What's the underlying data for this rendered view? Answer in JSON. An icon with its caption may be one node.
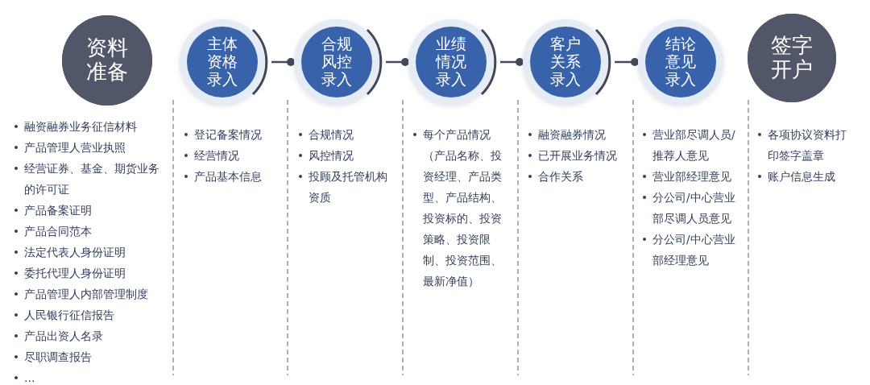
{
  "diagram": {
    "nodes": [
      {
        "text": [
          "资料准备"
        ],
        "beside": [
          "融资融券业务征信材料",
          "产品管理人营业执照",
          "经营证券、基金、期货业务的许可证",
          "产品备案证明",
          "产品合同范本",
          "法定代表人身份证明",
          "委托代理人身份证明",
          "产品管理人内部管理制度",
          "人民银行征信报告",
          "产品出资人名录",
          "尽职调查报告",
          "…"
        ]
      },
      {
        "text": [
          "主体资格录入"
        ],
        "beside": [
          "登记备案情况",
          "经营情况",
          "产品基本信息"
        ]
      },
      {
        "text": [
          "合规风控录入"
        ],
        "beside": [
          "合规情况",
          "风控情况",
          "投顾及托管机构资质"
        ]
      },
      {
        "text": [
          "业绩情况录入"
        ],
        "beside": [
          "每个产品情况（产品名称、投资经理、产品类型、产品结构、投资标的、投资策略、投资限制、投资范围、最新净值）"
        ]
      },
      {
        "text": [
          "客户关系录入"
        ],
        "beside": [
          "融资融券情况",
          "已开展业务情况",
          "合作关系"
        ]
      },
      {
        "text": [
          "结论意见录入"
        ],
        "beside": [
          "营业部尽调人员/推荐人意见",
          "营业部经理意见",
          "分公司/中心营业部尽调人员意见",
          "分公司/中心营业部经理意见"
        ]
      },
      {
        "text": [
          "签字开户"
        ],
        "beside": [
          "各项协议资料打印签字盖章",
          "账户信息生成"
        ]
      }
    ],
    "edges": [
      {
        "from": 1,
        "to": 2,
        "arrow": "other"
      },
      {
        "from": 2,
        "to": 3,
        "arrow": "other"
      },
      {
        "from": 3,
        "to": 4,
        "arrow": "other"
      },
      {
        "from": 4,
        "to": 5,
        "arrow": "other"
      }
    ]
  }
}
